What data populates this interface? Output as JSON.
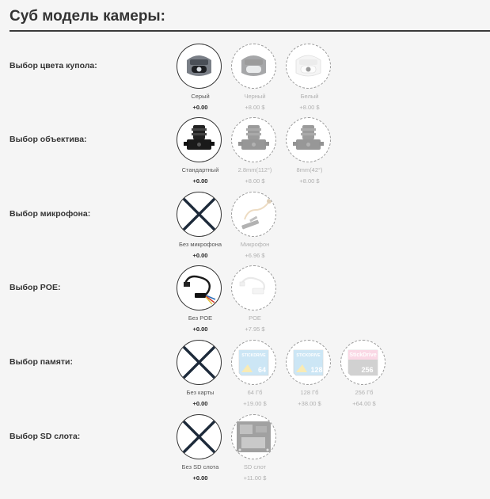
{
  "header": {
    "title": "Суб модель камеры:"
  },
  "sections": [
    {
      "label": "Выбор цвета купола:",
      "options": [
        {
          "name": "Серый",
          "price": "+0.00",
          "selected": true,
          "icon": "dome-gray-icon"
        },
        {
          "name": "Черный",
          "price": "+8.00 $",
          "selected": false,
          "icon": "dome-black-icon"
        },
        {
          "name": "Белый",
          "price": "+8.00 $",
          "selected": false,
          "icon": "dome-white-icon"
        }
      ]
    },
    {
      "label": "Выбор объектива:",
      "options": [
        {
          "name": "Стандартный",
          "price": "+0.00",
          "selected": true,
          "icon": "lens-icon"
        },
        {
          "name": "2.8mm(112°)",
          "price": "+8.00 $",
          "selected": false,
          "icon": "lens-icon"
        },
        {
          "name": "8mm(42°)",
          "price": "+8.00 $",
          "selected": false,
          "icon": "lens-icon"
        }
      ]
    },
    {
      "label": "Выбор микрофона:",
      "options": [
        {
          "name": "Без микрофона",
          "price": "+0.00",
          "selected": true,
          "icon": "x-icon"
        },
        {
          "name": "Микрофон",
          "price": "+6.96 $",
          "selected": false,
          "icon": "microphone-cable-icon"
        }
      ]
    },
    {
      "label": "Выбор POE:",
      "options": [
        {
          "name": "Без POE",
          "price": "+0.00",
          "selected": true,
          "icon": "cable-black-icon"
        },
        {
          "name": "POE",
          "price": "+7.95 $",
          "selected": false,
          "icon": "cable-white-icon"
        }
      ]
    },
    {
      "label": "Выбор памяти:",
      "options": [
        {
          "name": "Без карты",
          "price": "+0.00",
          "selected": true,
          "icon": "x-icon"
        },
        {
          "name": "64 Гб",
          "price": "+19.00 $",
          "selected": false,
          "icon": "sd-card-64-icon",
          "card_text": "64",
          "card_brand": "STICKDRIVE"
        },
        {
          "name": "128 Гб",
          "price": "+38.00 $",
          "selected": false,
          "icon": "sd-card-128-icon",
          "card_text": "128",
          "card_brand": "STICKDRIVE"
        },
        {
          "name": "256 Гб",
          "price": "+64.00 $",
          "selected": false,
          "icon": "sd-card-256-icon",
          "card_text": "256",
          "card_brand": "StickDrive"
        }
      ]
    },
    {
      "label": "Выбор SD слота:",
      "options": [
        {
          "name": "Без SD слота",
          "price": "+0.00",
          "selected": true,
          "icon": "x-icon"
        },
        {
          "name": "SD слот",
          "price": "+11.00 $",
          "selected": false,
          "icon": "sd-slot-board-icon"
        }
      ]
    }
  ],
  "colors": {
    "card_blue": "#8fc7e8",
    "card_yellow": "#f2d25a",
    "card_pink": "#f4a9c6",
    "card_gray": "#9a9a9a"
  }
}
